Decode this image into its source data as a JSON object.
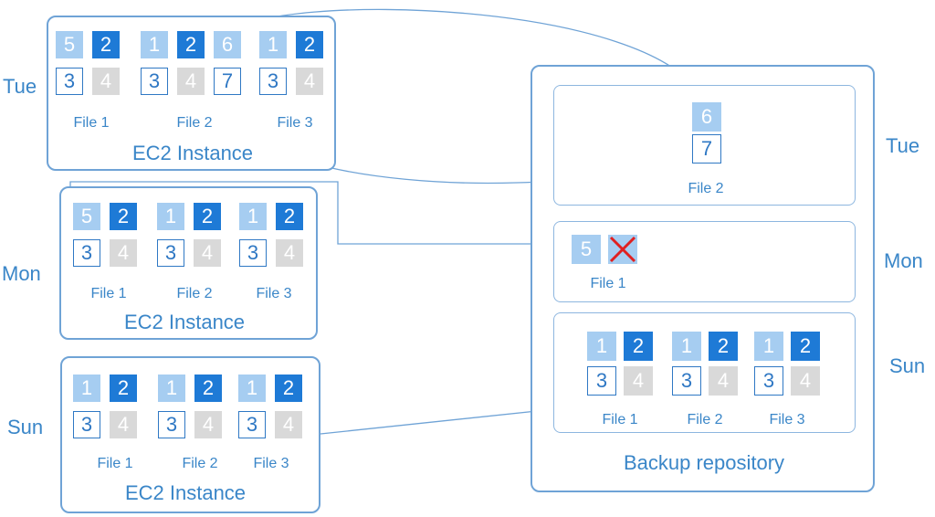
{
  "days": {
    "tue": "Tue",
    "mon": "Mon",
    "sun": "Sun"
  },
  "instance_label": "EC2 Instance",
  "repository_label": "Backup repository",
  "files": {
    "f1": "File 1",
    "f2": "File 2",
    "f3": "File 3"
  },
  "blocks": {
    "b1": "1",
    "b2": "2",
    "b3": "3",
    "b4": "4",
    "b5": "5",
    "b6": "6",
    "b7": "7"
  },
  "colors": {
    "light_block": "#a6cdf1",
    "dark_block": "#1e7ad6",
    "grey_block": "#d9d9d9",
    "outline_block": "#2f78c4",
    "panel_border": "#6fa3d6",
    "deleted_mark": "#e02020"
  },
  "icons": {
    "deleted": "x-mark-icon"
  }
}
